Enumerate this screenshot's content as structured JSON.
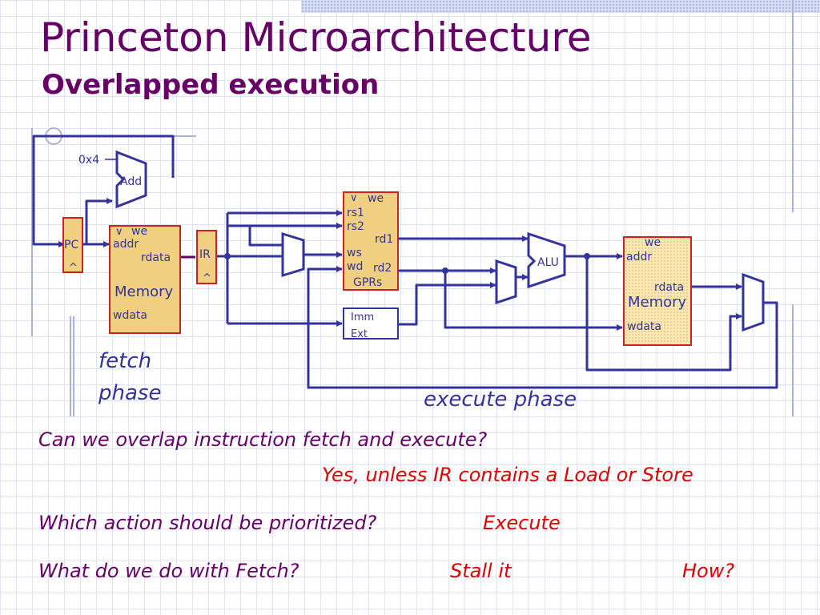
{
  "slide": {
    "title": "Princeton Microarchitecture",
    "subtitle": "Overlapped execution"
  },
  "diagram": {
    "const_4": "0x4",
    "add": "Add",
    "pc": "PC",
    "clk": "^",
    "we": "we",
    "we_bar": "∨",
    "addr": "addr",
    "rdata": "rdata",
    "memory": "Memory",
    "wdata": "wdata",
    "ir": "IR",
    "rs1": "rs1",
    "rs2": "rs2",
    "rd1": "rd1",
    "ws": "ws",
    "wd": "wd",
    "rd2": "rd2",
    "gprs": "GPRs",
    "imm": "Imm",
    "ext": "Ext",
    "alu": "ALU",
    "fetch_phase_1": "fetch",
    "fetch_phase_2": "phase",
    "execute_phase": "execute phase"
  },
  "qa": {
    "q1": "Can we overlap instruction fetch and execute?",
    "a1": "Yes, unless IR contains a Load or Store",
    "q2": "Which action should be prioritized?",
    "a2": "Execute",
    "q3": "What do we do with Fetch?",
    "a3": "Stall it",
    "a4": "How?"
  },
  "colors": {
    "title": "#660066",
    "wire": "#333399",
    "block_fill": "#f0d080",
    "block_border": "#cc2222",
    "answer": "#e00000"
  }
}
